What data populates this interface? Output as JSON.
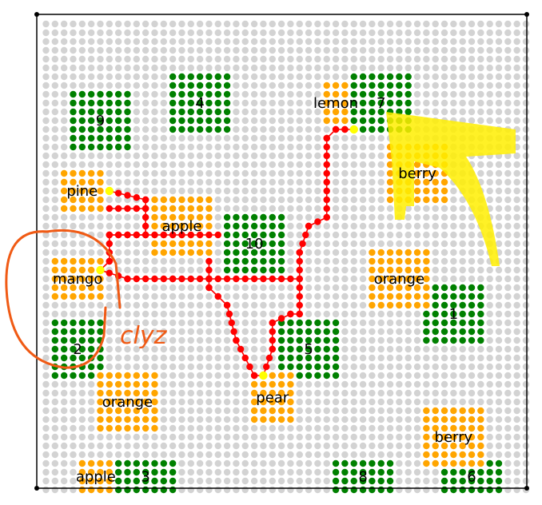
{
  "board": {
    "grid_cols": 54,
    "grid_rows": 54,
    "colors": {
      "empty_dot": "#d3d3d3",
      "park": "#008000",
      "fruit": "#ffa500",
      "path": "#ff0000",
      "endpoint": "#ffff00",
      "frame": "#000000",
      "scribble": "#f05a14",
      "highlight": "#ffee00"
    },
    "parks": [
      {
        "label": "9",
        "c0": 3,
        "r0": 8,
        "cols": 7,
        "rows": 7
      },
      {
        "label": "4",
        "c0": 14,
        "r0": 6,
        "cols": 7,
        "rows": 7
      },
      {
        "label": "7",
        "c0": 34,
        "r0": 6,
        "cols": 7,
        "rows": 7
      },
      {
        "label": "10",
        "c0": 20,
        "r0": 22,
        "cols": 7,
        "rows": 7
      },
      {
        "label": "1",
        "c0": 42,
        "r0": 30,
        "cols": 7,
        "rows": 7
      },
      {
        "label": "2",
        "c0": 1,
        "r0": 34,
        "cols": 6,
        "rows": 7
      },
      {
        "label": "5",
        "c0": 26,
        "r0": 34,
        "cols": 7,
        "rows": 7
      },
      {
        "label": "3",
        "c0": 8,
        "r0": 50,
        "cols": 7,
        "rows": 4
      },
      {
        "label": "8",
        "c0": 32,
        "r0": 50,
        "cols": 7,
        "rows": 4
      },
      {
        "label": "6",
        "c0": 44,
        "r0": 50,
        "cols": 7,
        "rows": 4
      }
    ],
    "fruits": [
      {
        "label": "lemon",
        "c0": 31,
        "r0": 7,
        "cols": 3,
        "rows": 5
      },
      {
        "label": "berry",
        "c0": 38,
        "r0": 14,
        "cols": 7,
        "rows": 7
      },
      {
        "label": "pine",
        "c0": 2,
        "r0": 17,
        "cols": 5,
        "rows": 5
      },
      {
        "label": "apple",
        "c0": 12,
        "r0": 20,
        "cols": 7,
        "rows": 7
      },
      {
        "label": "mango",
        "c0": 1,
        "r0": 27,
        "cols": 6,
        "rows": 5
      },
      {
        "label": "orange",
        "c0": 36,
        "r0": 26,
        "cols": 7,
        "rows": 7
      },
      {
        "label": "orange",
        "c0": 6,
        "r0": 40,
        "cols": 7,
        "rows": 7
      },
      {
        "label": "pear",
        "c0": 23,
        "r0": 40,
        "cols": 5,
        "rows": 6
      },
      {
        "label": "berry",
        "c0": 42,
        "r0": 44,
        "cols": 7,
        "rows": 7
      },
      {
        "label": "apple",
        "c0": 4,
        "r0": 50,
        "cols": 4,
        "rows": 4
      }
    ],
    "path": [
      [
        7,
        19
      ],
      [
        11,
        20
      ],
      [
        11,
        24
      ],
      [
        7,
        24
      ],
      [
        7,
        27
      ],
      [
        6,
        28
      ],
      [
        9,
        29
      ],
      [
        14,
        29
      ],
      [
        18,
        29
      ],
      [
        18,
        30
      ],
      [
        20,
        32
      ],
      [
        21,
        36
      ],
      [
        23,
        40
      ],
      [
        24,
        40
      ],
      [
        25,
        37
      ],
      [
        25,
        34
      ],
      [
        27,
        33
      ],
      [
        28,
        33
      ],
      [
        28,
        26
      ],
      [
        29,
        23
      ],
      [
        31,
        22
      ],
      [
        31,
        13
      ],
      [
        32,
        12
      ],
      [
        33,
        12
      ],
      [
        34,
        12
      ]
    ],
    "path_branches": [
      [
        [
          7,
          24
        ],
        [
          19,
          24
        ]
      ],
      [
        [
          7,
          21
        ],
        [
          11,
          21
        ]
      ],
      [
        [
          18,
          27
        ],
        [
          18,
          29
        ]
      ],
      [
        [
          18,
          29
        ],
        [
          28,
          29
        ]
      ]
    ],
    "endpoints": [
      [
        7,
        19
      ],
      [
        6,
        28
      ],
      [
        24,
        40
      ],
      [
        34,
        12
      ]
    ],
    "annotation": "clyz"
  }
}
